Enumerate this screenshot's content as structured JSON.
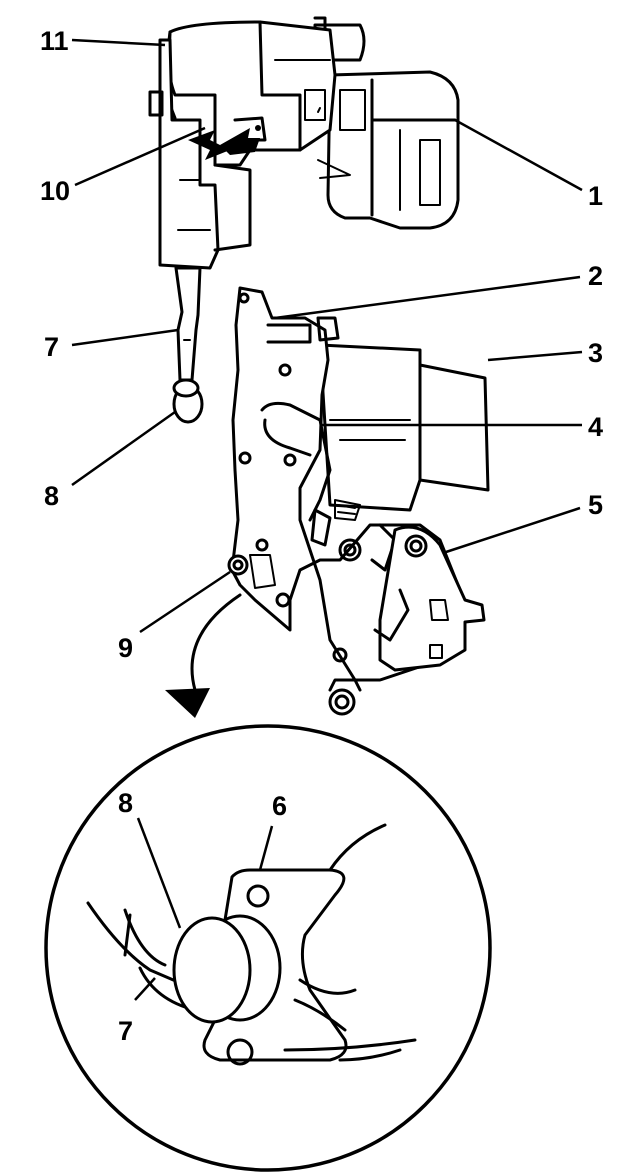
{
  "callouts": {
    "c1": "1",
    "c2": "2",
    "c3": "3",
    "c4": "4",
    "c5": "5",
    "c6": "6",
    "c7": "7",
    "c7b": "7",
    "c8": "8",
    "c8b": "8",
    "c9": "9",
    "c10": "10",
    "c11": "11"
  }
}
